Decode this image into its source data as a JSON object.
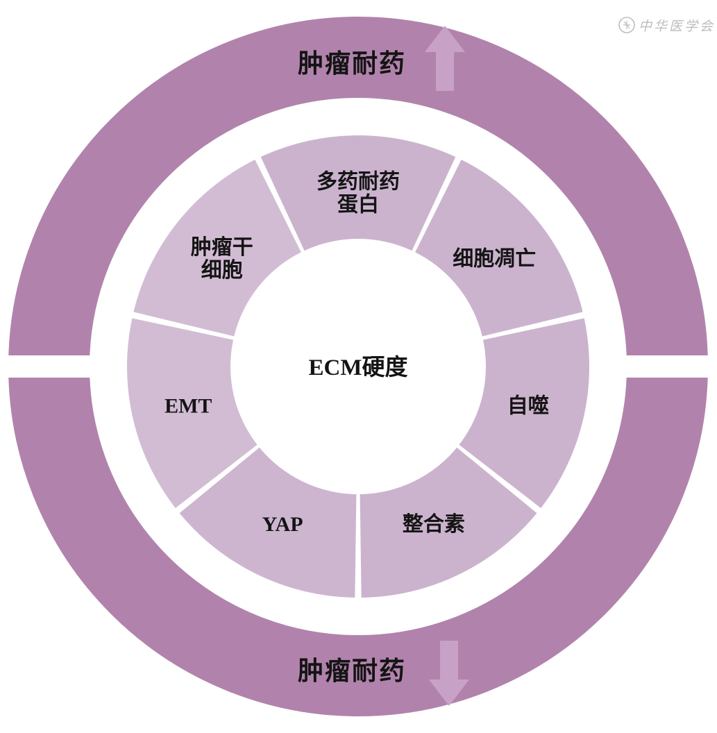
{
  "chart_data": {
    "type": "radial-diagram",
    "center_label": "ECM硬度",
    "outer_ring": {
      "color": "#b183ac",
      "arrow_color": "#c8a2c6",
      "top": {
        "label": "肿瘤耐药",
        "arrow": "up"
      },
      "bottom": {
        "label": "肿瘤耐药",
        "arrow": "down"
      }
    },
    "inner_ring": {
      "divider_color": "#ffffff",
      "segments": [
        {
          "label": "多药耐药\n蛋白",
          "color": "#cbb3ce"
        },
        {
          "label": "细胞凋亡",
          "color": "#cbb3ce"
        },
        {
          "label": "自噬",
          "color": "#cbb3ce"
        },
        {
          "label": "整合素",
          "color": "#cbb3ce"
        },
        {
          "label": "YAP",
          "color": "#cdb5d0"
        },
        {
          "label": "EMT",
          "color": "#d2bcd4"
        },
        {
          "label": "肿瘤干\n细胞",
          "color": "#d2bcd4"
        }
      ],
      "layout": {
        "start": "top",
        "direction": "clockwise"
      }
    },
    "watermark": "中华医学会"
  }
}
